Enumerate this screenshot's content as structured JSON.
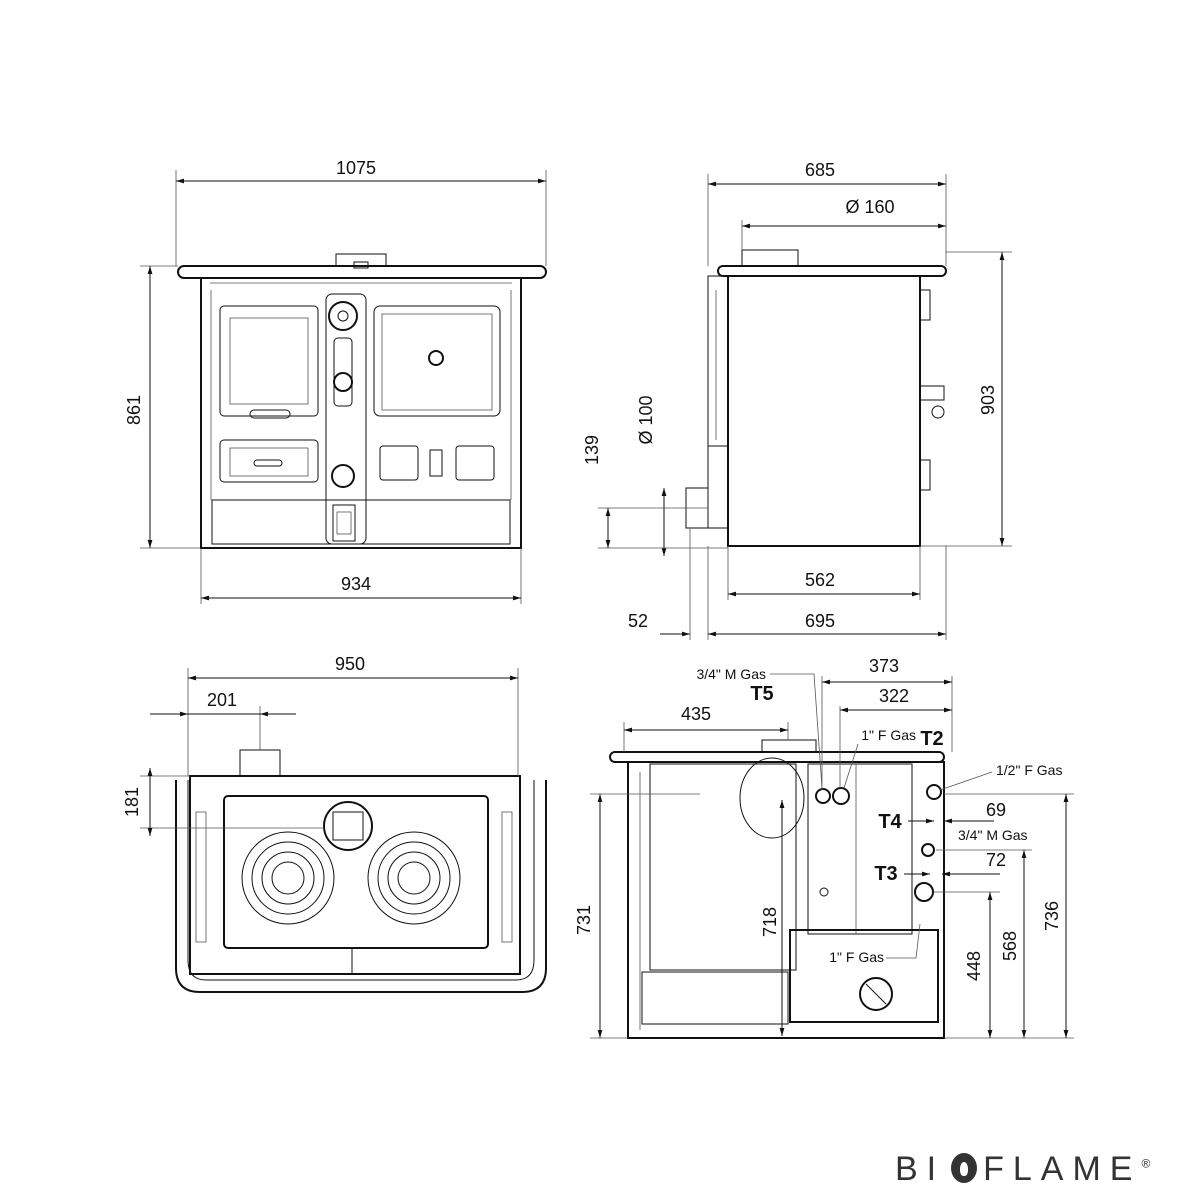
{
  "views": {
    "front": {
      "width_top": "1075",
      "height": "861",
      "width_base": "934"
    },
    "side": {
      "depth_top": "685",
      "flue_diameter": "Ø 160",
      "height": "903",
      "outlet_diameter": "Ø 100",
      "outlet_height": "139",
      "body_depth": "562",
      "offset": "52",
      "total_depth": "695"
    },
    "top": {
      "width": "950",
      "flue_offset_x": "201",
      "flue_offset_y": "181"
    },
    "rear": {
      "t5_offset": "373",
      "t2_offset": "322",
      "flue_offset": "435",
      "t5_label": "T5",
      "t5_spec": "3/4\" M Gas",
      "t2_label": "T2",
      "t2_spec": "1\" F Gas",
      "t1_spec": "1/2\" F Gas",
      "t4_label": "T4",
      "t4_offset": "69",
      "t4_spec": "3/4\" M Gas",
      "t3_label": "T3",
      "t3_offset": "72",
      "bottom_spec": "1\" F Gas",
      "h_731": "731",
      "h_718": "718",
      "h_448": "448",
      "h_568": "568",
      "h_736": "736"
    }
  },
  "brand": {
    "name_pre": "BI",
    "name_post": "FLAME",
    "mark": "®"
  }
}
